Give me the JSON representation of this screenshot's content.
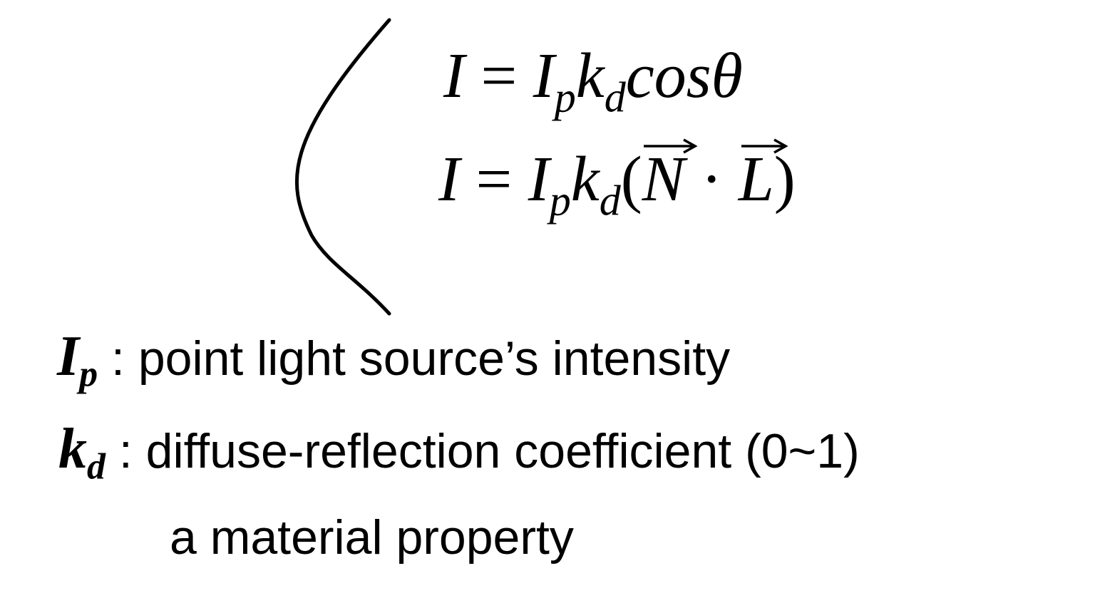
{
  "equations": {
    "eq1": {
      "lhs": "I",
      "eq": "=",
      "I": "I",
      "I_sub": "p",
      "k": "k",
      "k_sub": "d",
      "cos": "cos",
      "theta": "θ"
    },
    "eq2": {
      "lhs": "I",
      "eq": "=",
      "I": "I",
      "I_sub": "p",
      "k": "k",
      "k_sub": "d",
      "open": "(",
      "N": "N",
      "dot": "·",
      "L": "L",
      "close": ")"
    }
  },
  "definitions": [
    {
      "symbol": "I",
      "sub": "p",
      "text": " : point light source’s intensity"
    },
    {
      "symbol": "k",
      "sub": "d",
      "text": " : diffuse-reflection coefficient (0~1)"
    }
  ],
  "note": "a material property"
}
